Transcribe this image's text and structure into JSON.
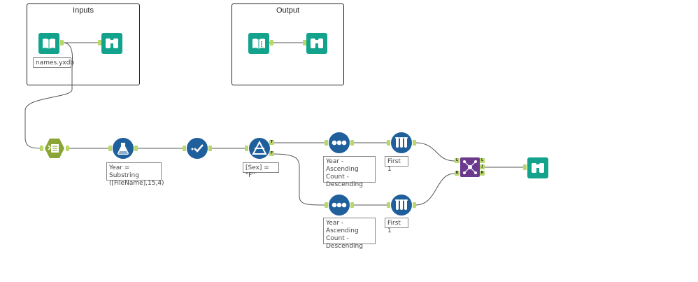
{
  "containers": {
    "inputs": {
      "title": "Inputs"
    },
    "output": {
      "title": "Output"
    }
  },
  "tools": {
    "input_data": {
      "icon": "input-book-icon",
      "annotation": "names.yxdb"
    },
    "browse_inputs": {
      "icon": "binoculars-icon"
    },
    "output_data": {
      "icon": "output-book-icon"
    },
    "browse_output": {
      "icon": "binoculars-icon"
    },
    "dynamic_input": {
      "icon": "dynamic-input-icon"
    },
    "formula": {
      "icon": "formula-flask-icon",
      "annotation": "Year = Substring ([FileName],15,4)"
    },
    "select": {
      "icon": "select-check-icon"
    },
    "filter": {
      "icon": "filter-icon",
      "annotation": "[Sex] = \"F\"",
      "anchor_true": "T",
      "anchor_false": "F"
    },
    "sort_top": {
      "icon": "sort-icon",
      "annotation": "Year - Ascending Count - Descending"
    },
    "sample_top": {
      "icon": "sample-icon",
      "annotation": "First 1"
    },
    "sort_bottom": {
      "icon": "sort-icon",
      "annotation": "Year - Ascending Count - Descending"
    },
    "sample_bottom": {
      "icon": "sample-icon",
      "annotation": "First 1"
    },
    "join": {
      "icon": "join-icon",
      "anchor_left": "L",
      "anchor_right": "R",
      "anchor_out_l": "L",
      "anchor_out_j": "J",
      "anchor_out_r": "R"
    },
    "browse_final": {
      "icon": "binoculars-icon"
    }
  },
  "colors": {
    "input_output_teal": "#13a38d",
    "preparation_blue": "#1f5f9c",
    "developer_green": "#8aa535",
    "join_purple": "#6b3a8c",
    "anchor_green": "#b9d86a",
    "wire": "#555555"
  }
}
